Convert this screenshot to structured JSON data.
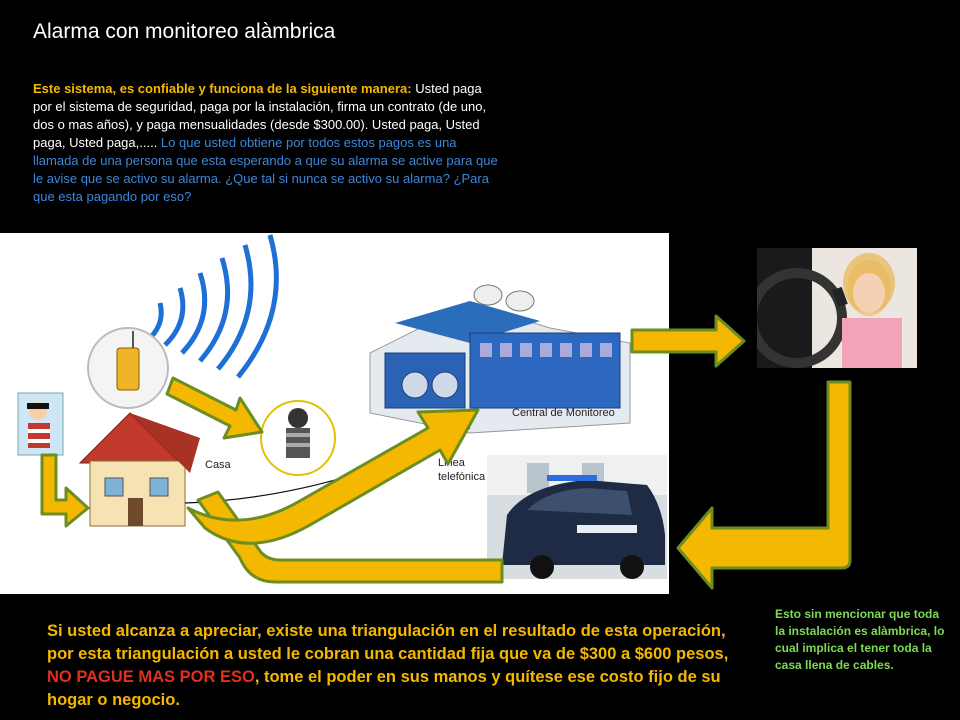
{
  "title": "Alarma con monitoreo alàmbrica",
  "intro": {
    "lead": "Este sistema, es confiable y funciona de la siguiente manera:",
    "white": " Usted paga por el sistema de seguridad, paga por la instalación, firma un contrato (de uno, dos o mas años), y paga mensualidades (desde $300.00). Usted paga, Usted paga, Usted paga,.....",
    "blue": "  Lo que usted obtiene por todos estos pagos es una llamada de una persona que esta esperando a que su alarma se active para que le avise que se activo su alarma. ¿Que tal si nunca se activo su alarma? ¿Para que esta pagando por eso?"
  },
  "diagram": {
    "casa_label": "Casa",
    "central_label": "Central de Monitoreo",
    "linea_label_1": "Linea",
    "linea_label_2": "telefónica"
  },
  "side_note": "Esto sin mencionar que toda la instalación es alàmbrica, lo cual implica el tener toda la casa llena de cables.",
  "bottom": {
    "part1": "Si usted alcanza a apreciar, existe una triangulación en el resultado de esta operación, por esta triangulación a usted le cobran una cantidad fija que va de $300 a $600 pesos, ",
    "highlight": "NO PAGUE MAS POR ESO",
    "part2": ", tome el poder en sus manos y quítese ese costo fijo de su hogar o negocio."
  },
  "colors": {
    "arrow_fill": "#f5b800",
    "arrow_stroke": "#6b8e23",
    "lead_text": "#f5b800",
    "blue_text": "#3d87d9",
    "highlight": "#e03020",
    "side_note": "#7ed957"
  }
}
